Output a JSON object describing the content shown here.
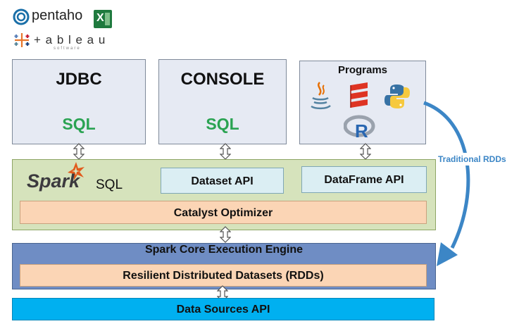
{
  "logos": {
    "pentaho": "pentaho",
    "excel": "X",
    "tableau": "+ a b l e a u",
    "tableau_sub": "software"
  },
  "clients": {
    "jdbc": {
      "title": "JDBC",
      "sub": "SQL"
    },
    "console": {
      "title": "CONSOLE",
      "sub": "SQL"
    },
    "programs": {
      "title": "Programs",
      "icons": [
        "java-icon",
        "scala-icon",
        "python-icon",
        "r-icon"
      ],
      "r_letter": "R"
    }
  },
  "spark_sql": {
    "brand": "Spark",
    "brand_suffix": "SQL",
    "dataset_api": "Dataset API",
    "dataframe_api": "DataFrame API",
    "catalyst": "Catalyst Optimizer"
  },
  "core": {
    "title": "Spark Core Execution Engine",
    "rdds": "Resilient Distributed Datasets (RDDs)"
  },
  "datasources": {
    "label": "Data Sources API"
  },
  "traditional_rdds": {
    "label": "Traditional RDDs"
  },
  "colors": {
    "client_box": "#e6eaf3",
    "sql_green": "#2aa352",
    "spark_layer": "#d6e3bc",
    "api_box": "#dbeef3",
    "catalyst": "#fbd5b5",
    "core_layer": "#6f8dc4",
    "datasources": "#00b0f0",
    "arrow_blue": "#3c86c6"
  }
}
